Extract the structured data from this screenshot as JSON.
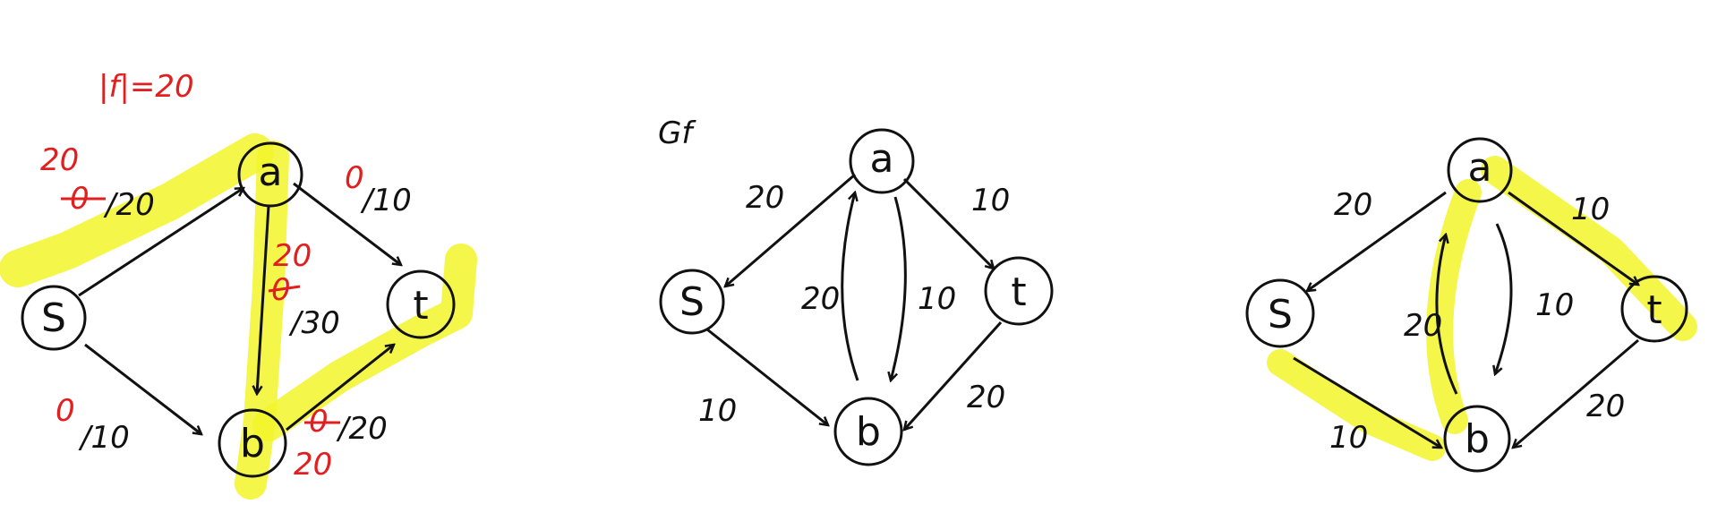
{
  "colors": {
    "ink": "#111111",
    "red_ink": "#e21f1f",
    "highlight": "#f2f52a"
  },
  "flow_label": "|f|=20",
  "residual_label": "Gf",
  "nodes": {
    "s": "S",
    "a": "a",
    "b": "b",
    "t": "t"
  },
  "graph1": {
    "edge_sa": {
      "old": "0",
      "capacity": "/20",
      "new": "20"
    },
    "edge_at": {
      "flow": "0",
      "capacity": "/10"
    },
    "edge_ab": {
      "old": "0",
      "capacity": "/30",
      "new": "20"
    },
    "edge_sb": {
      "flow": "0",
      "capacity": "/10"
    },
    "edge_bt": {
      "old": "0",
      "capacity": "/20",
      "new": "20"
    }
  },
  "graph2": {
    "edge_as": "20",
    "edge_at": "10",
    "edge_ba": "20",
    "edge_ab": "10",
    "edge_sb": "10",
    "edge_tb": "20"
  },
  "graph3": {
    "edge_as": "20",
    "edge_at": "10",
    "edge_ba": "20",
    "edge_ab": "10",
    "edge_sb": "10",
    "edge_tb": "20"
  }
}
